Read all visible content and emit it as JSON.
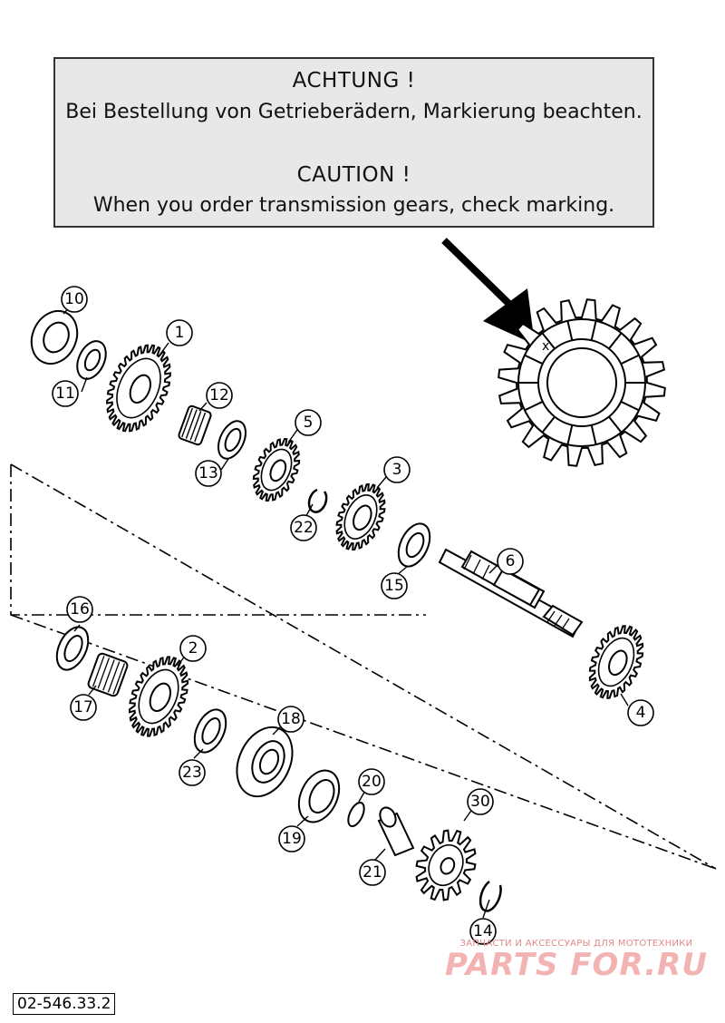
{
  "caution": {
    "de_title": "ACHTUNG !",
    "de_text": "Bei Bestellung von Getrieberädern, Markierung beachten.",
    "en_title": "CAUTION !",
    "en_text": "When you order transmission gears, check marking."
  },
  "callouts": {
    "c1": "1",
    "c2": "2",
    "c3": "3",
    "c4": "4",
    "c5": "5",
    "c6": "6",
    "c10": "10",
    "c11": "11",
    "c12": "12",
    "c13": "13",
    "c14": "14",
    "c15": "15",
    "c16": "16",
    "c17": "17",
    "c18": "18",
    "c19": "19",
    "c20": "20",
    "c21": "21",
    "c22": "22",
    "c23": "23",
    "c30": "30"
  },
  "reference_number": "02-546.33.2",
  "watermark": {
    "tagline": "ЗАПЧАСТИ И АКСЕССУАРЫ ДЛЯ МОТОТЕХНИКИ",
    "logo": "PARTS FOR.RU"
  },
  "colors": {
    "line": "#000000",
    "box_fill": "#e8e8e8",
    "watermark": "#ef9a9a"
  }
}
